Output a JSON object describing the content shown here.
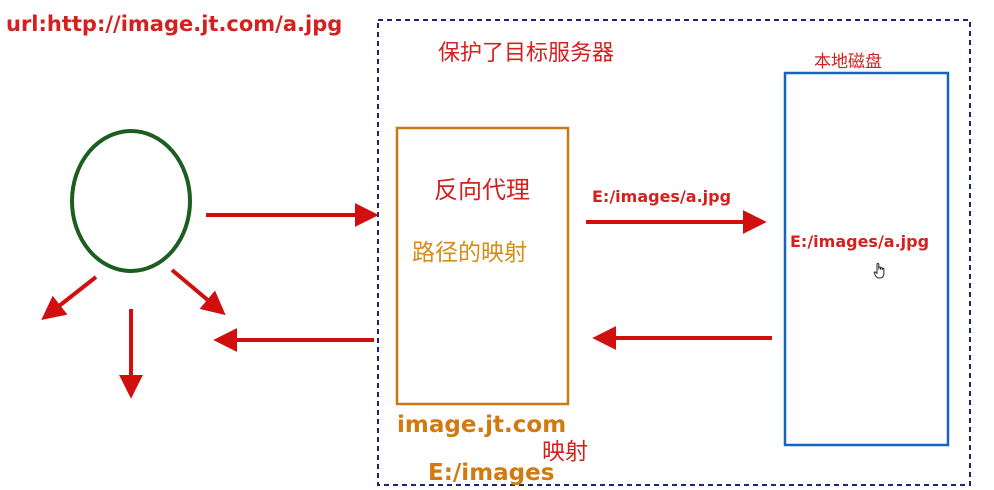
{
  "labels": {
    "url": "url:http://image.jt.com/a.jpg",
    "server_title": "保护了目标服务器",
    "disk_title": "本地磁盘",
    "proxy_line1": "反向代理",
    "proxy_line2": "路径的映射",
    "request_path": "E:/images/a.jpg",
    "disk_path": "E:/images/a.jpg",
    "host": "image.jt.com",
    "mapping": "映射",
    "directory": "E:/images"
  },
  "colors": {
    "red_text": "#d52020",
    "orange_text": "#d27a10",
    "server_border": "#1a237e",
    "proxy_border": "#c87814",
    "disk_border": "#1565c0",
    "user_circle": "#1b5e20",
    "arrow": "#d10f0f"
  },
  "icons": {
    "user": "user-circle-icon",
    "cursor": "hand-pointer-icon"
  }
}
